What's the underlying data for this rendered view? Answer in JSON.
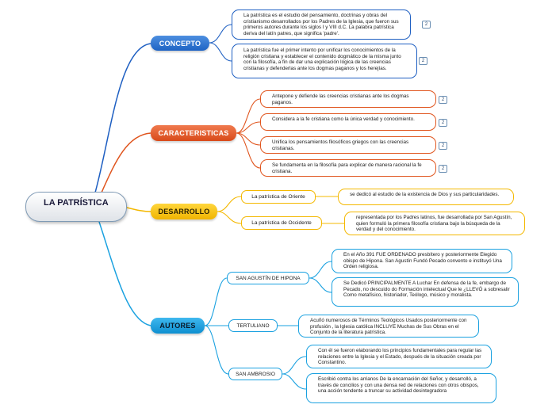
{
  "central": {
    "title": "LA PATRÍSTICA"
  },
  "concepto": {
    "label": "CONCEPTO",
    "items": [
      "La patrística es el estudio del pensamiento, doctrinas y obras del cristianismo desarrollados por los Padres de la Iglesia, que fueron sus primeros autores durante los siglos I y VIII d.C. La palabra patrística deriva del latín patres, que significa 'padre'.",
      "La patrística fue el primer intento por unificar los conocimientos de la religión cristiana y establecer el contenido dogmático de la misma junto con la filosofía, a fin de dar una explicación lógica de las creencias cristianas y defenderlas ante los dogmas paganos y los herejías."
    ],
    "badges": [
      "2",
      "2"
    ]
  },
  "caracteristicas": {
    "label": "CARACTERISTICAS",
    "items": [
      "Antepone y defiende las creencias cristianas ante los dogmas paganos.",
      "Considera a la fe cristiana como la única verdad y conocimiento.",
      "Unifica los pensamientos filosóficos griegos con las creencias cristianas.",
      "Se fundamenta en la filosofía para explicar de manera racional la fe cristiana."
    ],
    "badges": [
      "2",
      "2",
      "2",
      "2"
    ]
  },
  "desarrollo": {
    "label": "DESARROLLO",
    "oriente_label": "La patrística de Oriente",
    "oriente_text": "se dedicó al estudio de la existencia de Dios y sus particularidades.",
    "occidente_label": "La patrística de Occidente",
    "occidente_text": "representada por los Padres latinos, fue desarrollada por San Agustín, quien formuló la primera filosofía cristiana bajo la búsqueda de la verdad y del conocimiento."
  },
  "autores": {
    "label": "AUTORES",
    "agustin_label": "SAN AGUSTÍN DE HIPONA",
    "agustin_items": [
      "En el Año 391 FUE ORDENADO presbítero y posteriormente Elegido obispo de Hipona. San Agustín Fundó Pecado convento e instituyó Una Orden religiosa.",
      "Se Dedicó PRINCIPALMENTE A Luchar En defensa de la fe, embargo de Pecado, no descuido do Formación intelectual Que le ¿LLEVÓ a sobresalir Como metafísico, historiador, Teólogo, músico y moralista."
    ],
    "tertuliano_label": "TERTULIANO",
    "tertuliano_text": "Acuñó numerosos de Términos Teológicos Usados posteriormente con profusión , la Iglesia católica INCLUYE Muchas de Sus Obras en el Conjunto de la literatura patrística.",
    "ambrosio_label": "SAN AMBROSIO",
    "ambrosio_items": [
      "Con él se fueron elaborando los principios fundamentales para regular las relaciones entre la Iglesia y el Estado, después de la situación creada por Constantino.",
      "Escribió contra los arrianos De la encarnación del Señor, y desarrolló, a través de concilios y con una densa red de relaciones con otros obispos, una acción tendente a truncar su actividad desintegradora"
    ]
  },
  "colors": {
    "concepto": "#1e5fc2",
    "caracteristicas": "#e0551e",
    "desarrollo": "#f4b800",
    "autores": "#1aa1e0"
  }
}
